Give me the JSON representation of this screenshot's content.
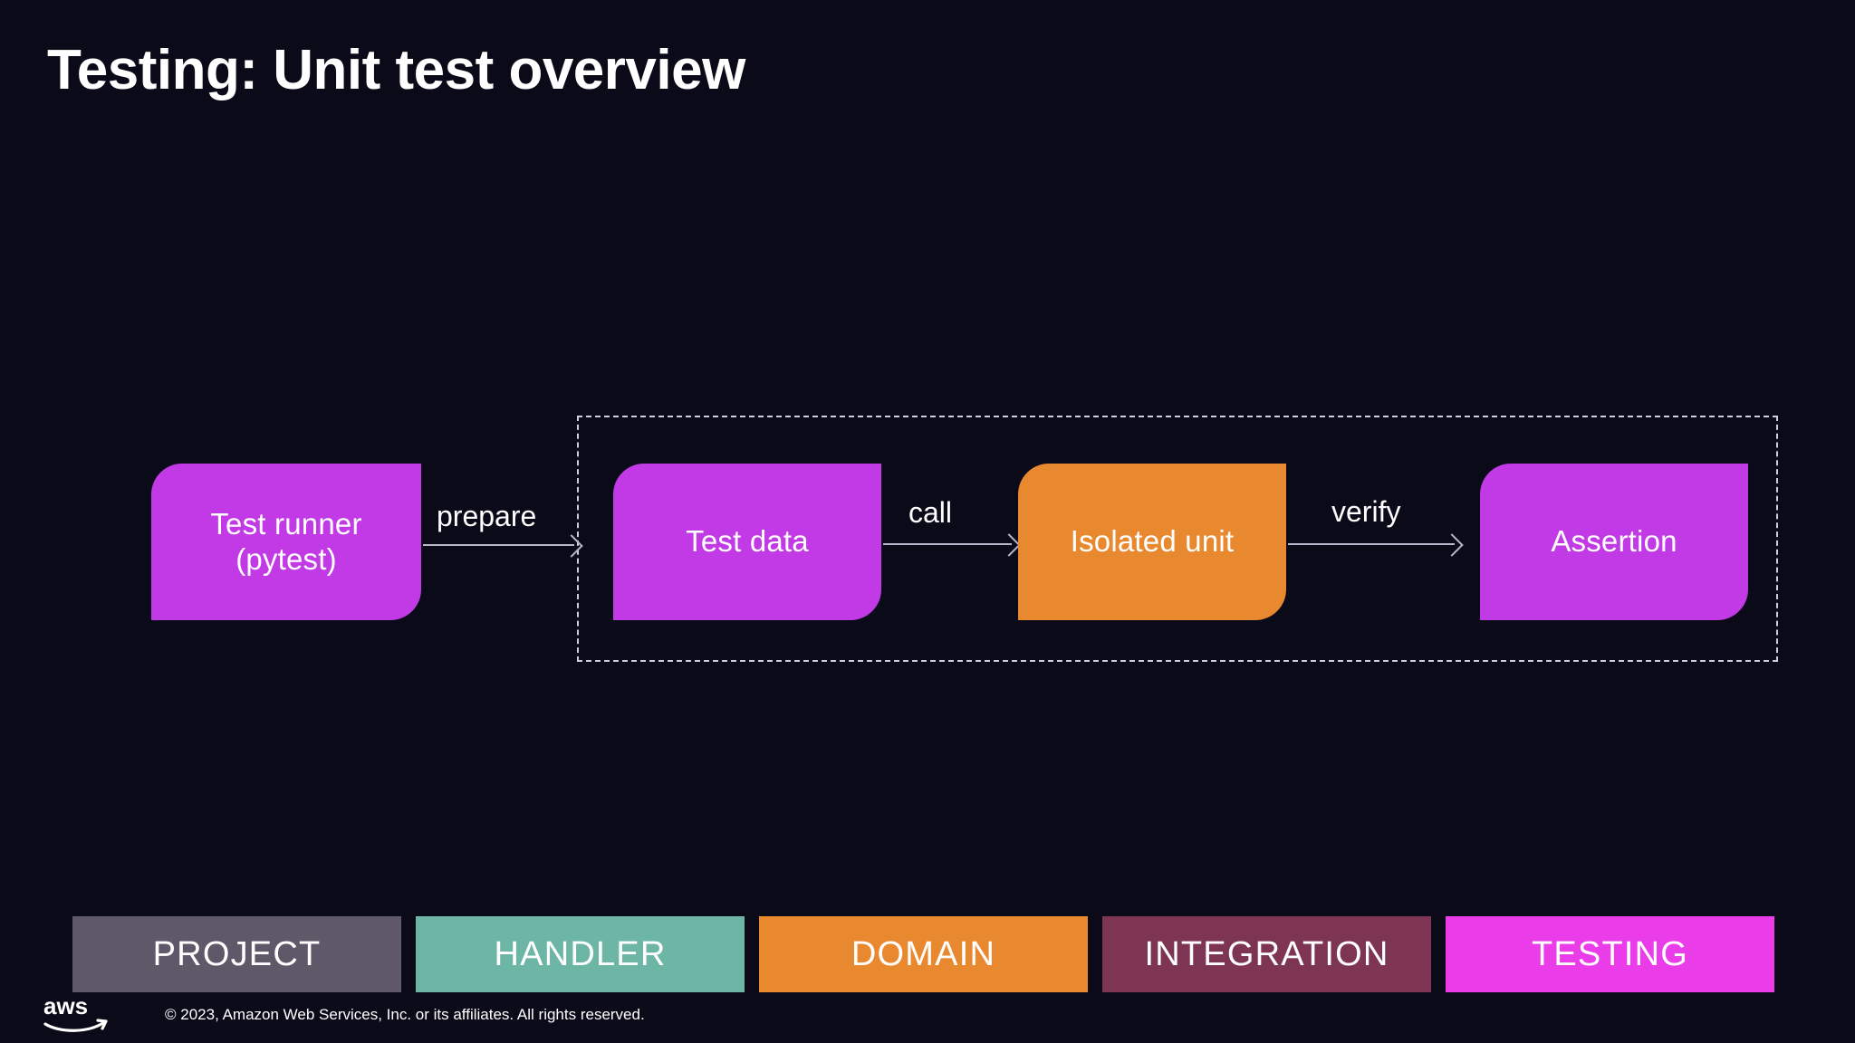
{
  "slide": {
    "title": "Testing: Unit test overview",
    "background_color": "#0b0a18"
  },
  "diagram": {
    "type": "flow",
    "group_label": "",
    "nodes": [
      {
        "id": "test-runner",
        "label": "Test runner\n(pytest)",
        "line1": "Test runner",
        "line2": "(pytest)",
        "color": "#c13ae6",
        "in_group": false
      },
      {
        "id": "test-data",
        "label": "Test data",
        "color": "#c13ae6",
        "in_group": true
      },
      {
        "id": "isolated-unit",
        "label": "Isolated unit",
        "color": "#e9892f",
        "in_group": true
      },
      {
        "id": "assertion",
        "label": "Assertion",
        "color": "#c13ae6",
        "in_group": true
      }
    ],
    "edges": [
      {
        "from": "test-runner",
        "to": "test-data",
        "label": "prepare"
      },
      {
        "from": "test-data",
        "to": "isolated-unit",
        "label": "call"
      },
      {
        "from": "isolated-unit",
        "to": "assertion",
        "label": "verify"
      }
    ],
    "edge_color": "#b8b7cb",
    "group_border_color": "#cfcde0"
  },
  "bottom_nav": {
    "items": [
      {
        "label": "PROJECT",
        "color": "#5e5868",
        "active": false
      },
      {
        "label": "HANDLER",
        "color": "#6db6a6",
        "active": false
      },
      {
        "label": "DOMAIN",
        "color": "#e9892f",
        "active": false
      },
      {
        "label": "INTEGRATION",
        "color": "#7d3553",
        "active": false
      },
      {
        "label": "TESTING",
        "color": "#ea3ce8",
        "active": true
      }
    ]
  },
  "footer": {
    "logo_text": "aws",
    "copyright": "© 2023, Amazon Web Services, Inc. or its affiliates. All rights reserved."
  }
}
